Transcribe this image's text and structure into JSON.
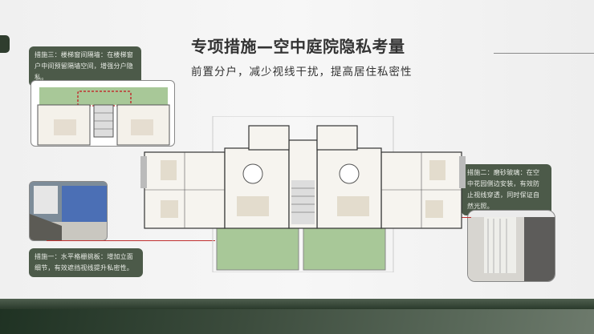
{
  "header": {
    "title": "专项措施—空中庭院隐私考量",
    "subtitle": "前置分户，减少视线干扰，提高居住私密性"
  },
  "notes": {
    "measure3": "措施三：楼梯窗间隔墙：在楼梯窗户中间预留隔墙空间，增强分户隐私。",
    "measure2": "措施二：磨砂玻璃：在空中花园侧边安装，有效防止视线穿透，同时保证自然光照。",
    "measure1": "措施一：水平格栅挑板：增加立面细节，有效遮挡视线提升私密性。"
  },
  "colors": {
    "accent": "#4c5a49",
    "highlight": "#c03030",
    "garden": "#a8c898"
  }
}
